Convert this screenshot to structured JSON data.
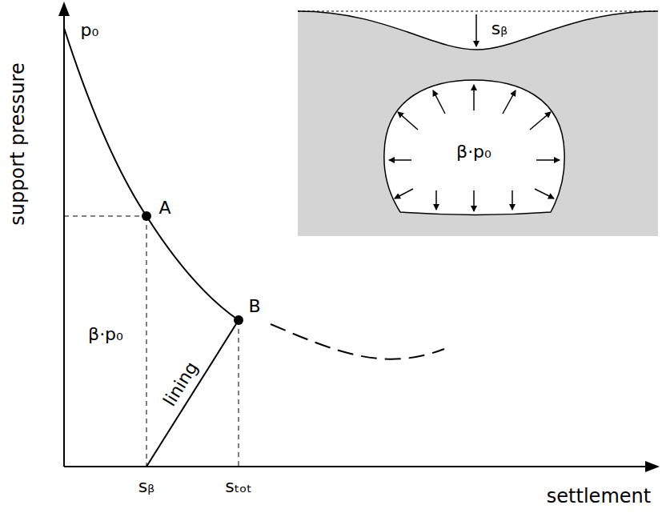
{
  "diagram": {
    "labels": [
      "support pressure",
      "p₀",
      "A",
      "β·p₀",
      "B",
      "lining",
      "sᵦ",
      "sₜₒₜ",
      "settlement",
      "sᵦ",
      "β·p₀"
    ]
  }
}
